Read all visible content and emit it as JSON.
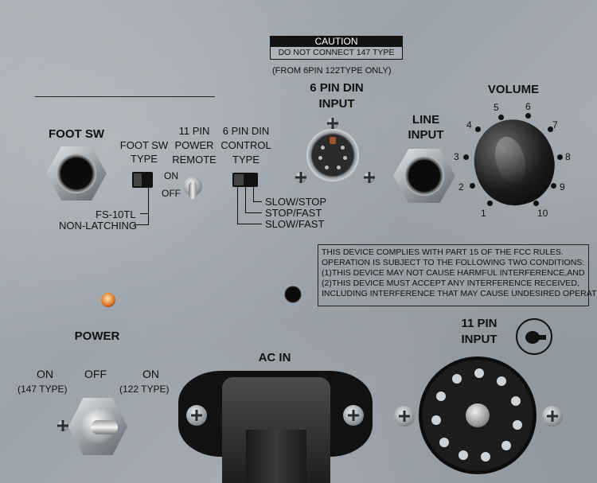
{
  "caution": {
    "heading": "CAUTION",
    "text": "DO NOT CONNECT 147 TYPE",
    "note": "(FROM 6PIN 122TYPE ONLY)"
  },
  "labels": {
    "six_pin_din_input": [
      "6 PIN DIN",
      "INPUT"
    ],
    "line_input": [
      "LINE",
      "INPUT"
    ],
    "volume": "VOLUME",
    "foot_sw": "FOOT SW",
    "foot_sw_type": [
      "FOOT SW",
      "TYPE"
    ],
    "eleven_pin_power": [
      "11 PIN",
      "POWER",
      "REMOTE"
    ],
    "six_pin_din_control": [
      "6 PIN DIN",
      "CONTROL",
      "TYPE"
    ],
    "remote_on": "ON",
    "remote_off": "OFF",
    "fs_options": [
      "FS-10TL",
      "NON-LATCHING"
    ],
    "control_options": [
      "SLOW/STOP",
      "STOP/FAST",
      "SLOW/FAST"
    ],
    "power": "POWER",
    "power_on_left": "ON",
    "power_off": "OFF",
    "power_on_right": "ON",
    "type_147": "(147 TYPE)",
    "type_122": "(122 TYPE)",
    "ac_in": "AC IN",
    "eleven_pin_input": [
      "11 PIN",
      "INPUT"
    ]
  },
  "volume_scale": [
    "1",
    "2",
    "3",
    "4",
    "5",
    "6",
    "7",
    "8",
    "9",
    "10"
  ],
  "fcc_notice": [
    "THIS DEVICE COMPLIES WITH PART 15 OF THE FCC RULES.",
    "OPERATION IS SUBJECT TO THE FOLLOWING TWO CONDITIONS:",
    "(1)THIS DEVICE MAY NOT CAUSE HARMFUL INTERFERENCE,AND",
    "(2)THIS DEVICE MUST ACCEPT ANY INTERFERENCE RECEIVED,",
    "INCLUDING INTERFERENCE THAT MAY CAUSE UNDESIRED OPERATION."
  ]
}
